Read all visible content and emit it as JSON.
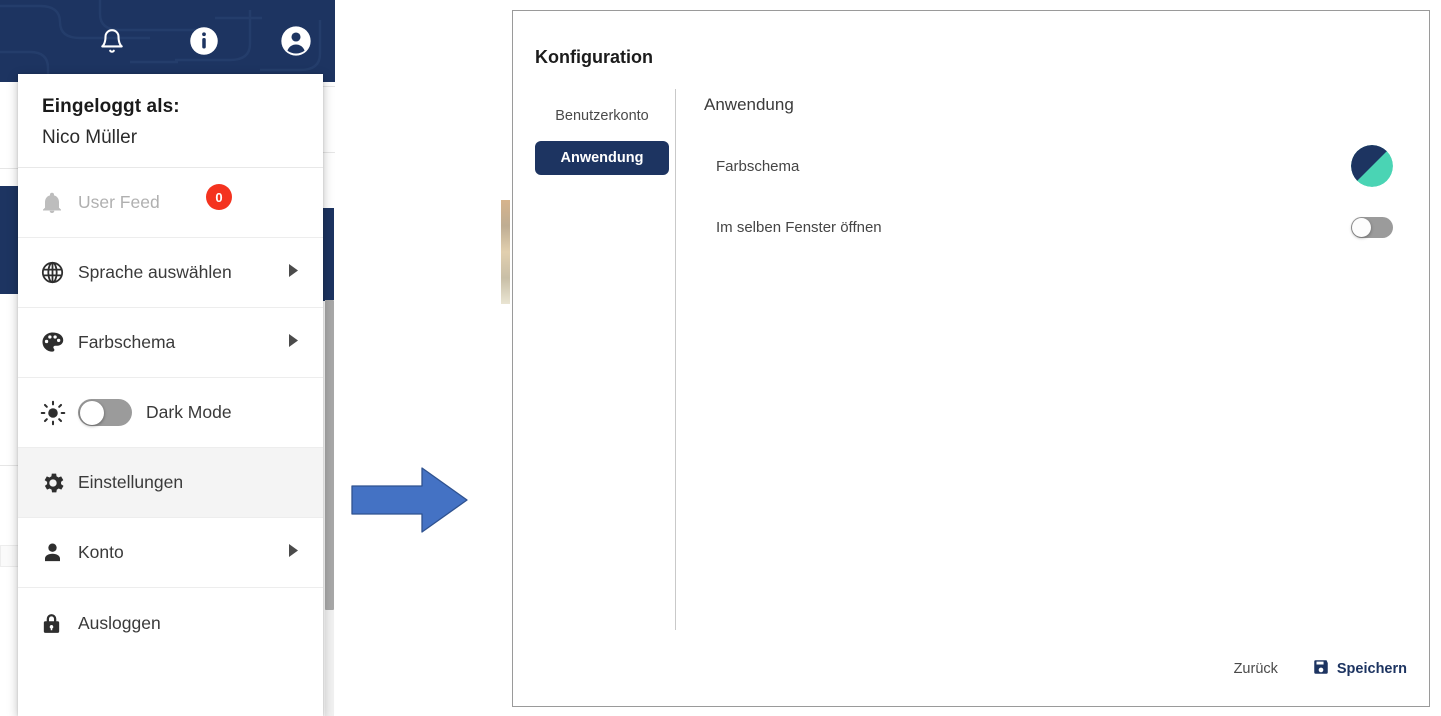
{
  "colors": {
    "navy": "#1d3461",
    "teal": "#4ad4b4",
    "badge_red": "#f4331f",
    "arrow_blue": "#4472c4",
    "toggle_off": "#9b9b9b"
  },
  "topbar": {
    "icons": [
      {
        "name": "notifications-bell-icon",
        "label": "bell-icon"
      },
      {
        "name": "info-icon",
        "label": "info-icon"
      },
      {
        "name": "account-icon",
        "label": "account-circle-icon"
      }
    ]
  },
  "user_menu": {
    "logged_in_label": "Eingeloggt als:",
    "user_name": "Nico Müller",
    "items": [
      {
        "icon": "bell-icon",
        "label": "User Feed",
        "badge": "0",
        "caret": false,
        "disabled": true,
        "active": false
      },
      {
        "icon": "globe-icon",
        "label": "Sprache auswählen",
        "badge": null,
        "caret": true,
        "disabled": false,
        "active": false
      },
      {
        "icon": "palette-icon",
        "label": "Farbschema",
        "badge": null,
        "caret": true,
        "disabled": false,
        "active": false
      },
      {
        "icon": "sun-icon",
        "label": "Dark Mode",
        "badge": null,
        "caret": false,
        "disabled": false,
        "active": false,
        "toggle": "off"
      },
      {
        "icon": "gear-icon",
        "label": "Einstellungen",
        "badge": null,
        "caret": false,
        "disabled": false,
        "active": true
      },
      {
        "icon": "person-icon",
        "label": "Konto",
        "badge": null,
        "caret": true,
        "disabled": false,
        "active": false
      },
      {
        "icon": "lock-icon",
        "label": "Ausloggen",
        "badge": null,
        "caret": false,
        "disabled": false,
        "active": false
      }
    ]
  },
  "arrow": {
    "name": "flow-arrow-right"
  },
  "dialog": {
    "title": "Konfiguration",
    "tabs": [
      {
        "label": "Benutzerkonto",
        "active": false
      },
      {
        "label": "Anwendung",
        "active": true
      }
    ],
    "pane_title": "Anwendung",
    "settings": [
      {
        "label": "Farbschema",
        "control": "color-swatch",
        "value": "navy-teal"
      },
      {
        "label": "Im selben Fenster öffnen",
        "control": "toggle",
        "value": "off"
      }
    ],
    "footer": {
      "back_label": "Zurück",
      "save_label": "Speichern",
      "save_icon": "save-floppy-icon"
    }
  }
}
